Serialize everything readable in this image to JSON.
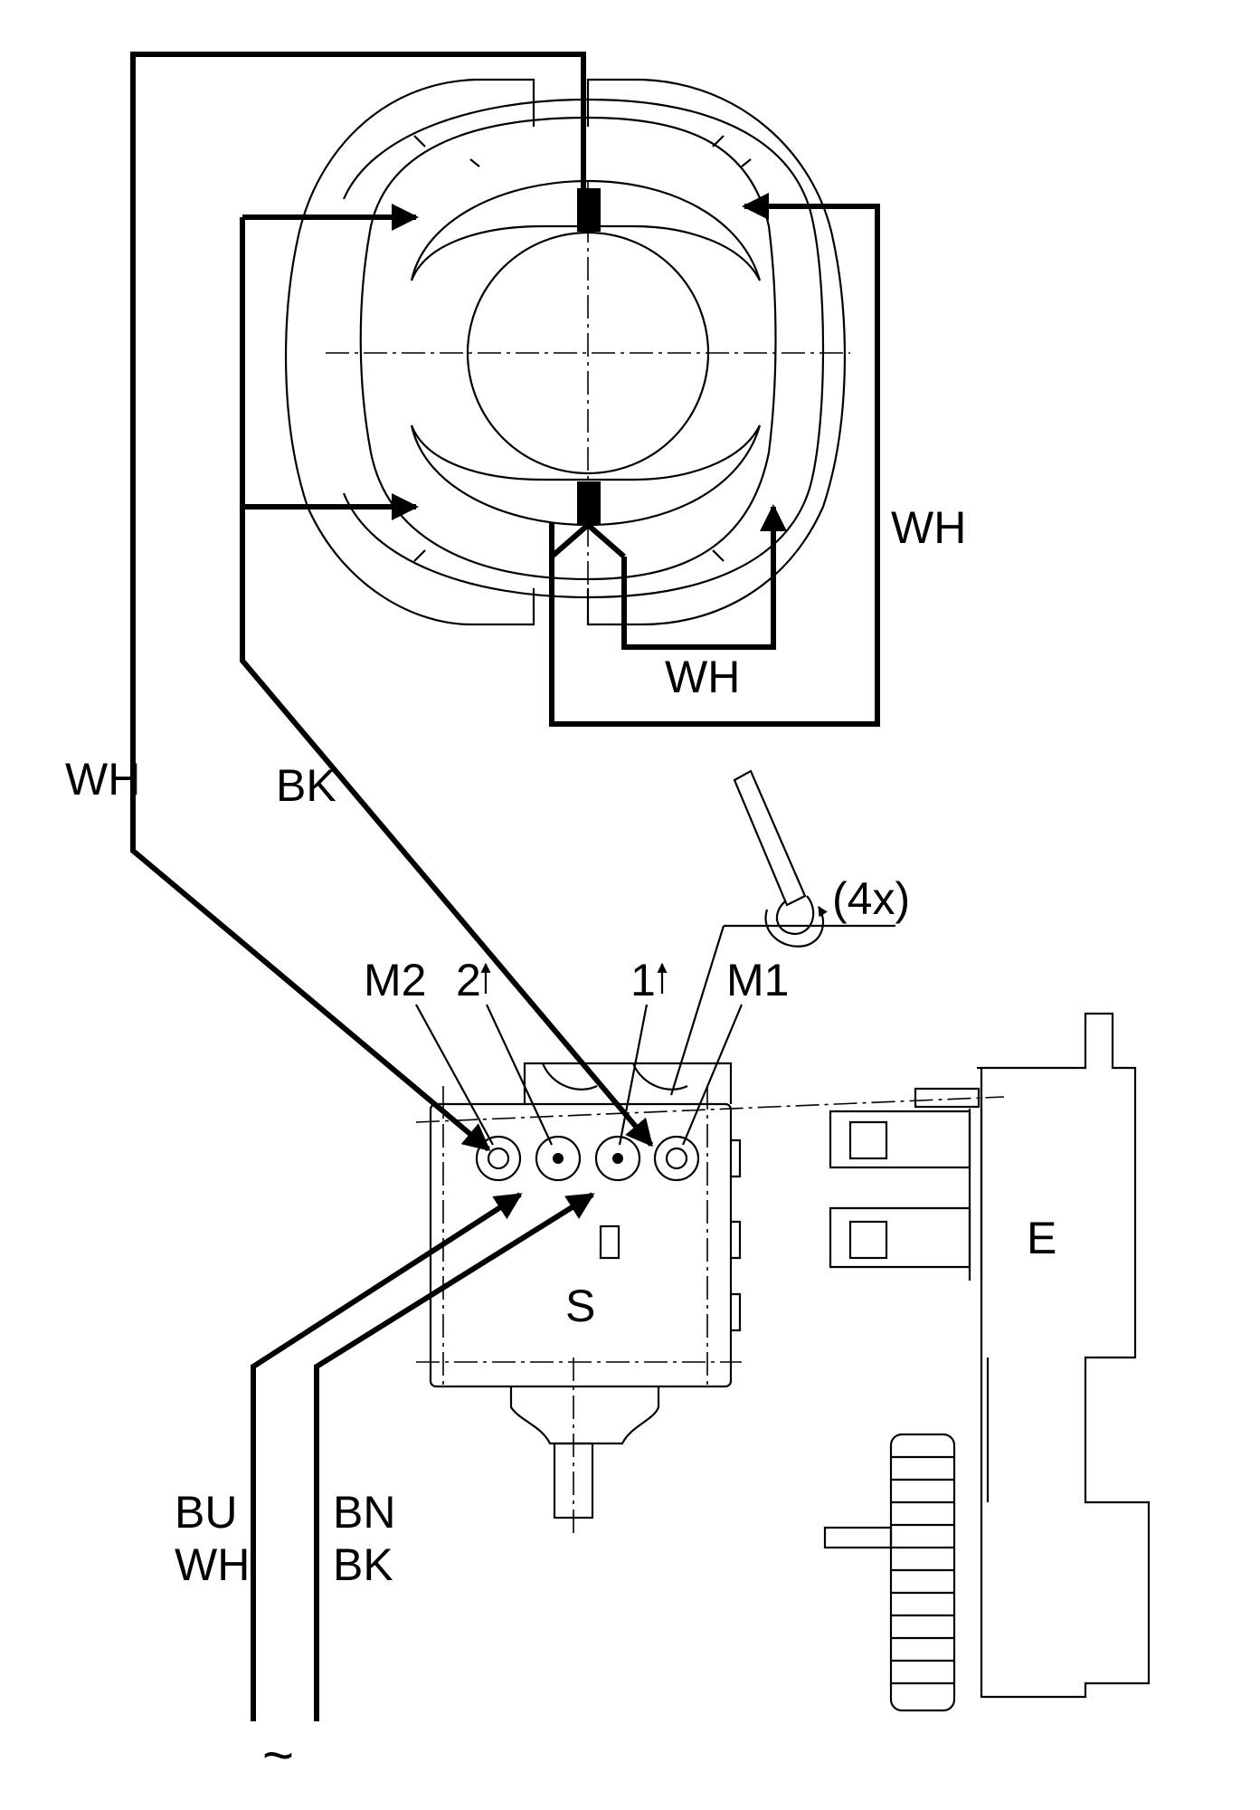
{
  "labels": {
    "wire_wh_top_right": "WH",
    "wire_wh_bottom": "WH",
    "wire_wh_left": "WH",
    "wire_bk": "BK",
    "screw_count": "(4x)",
    "terminal_m2": "M2",
    "terminal_2": "2",
    "terminal_1": "1",
    "terminal_m1": "M1",
    "switch": "S",
    "electronics": "E",
    "mains_left_top": "BU",
    "mains_left_bottom": "WH",
    "mains_right_top": "BN",
    "mains_right_bottom": "BK",
    "mains_symbol": "~"
  },
  "colors": {
    "ink": "#000000",
    "paper": "#ffffff"
  }
}
